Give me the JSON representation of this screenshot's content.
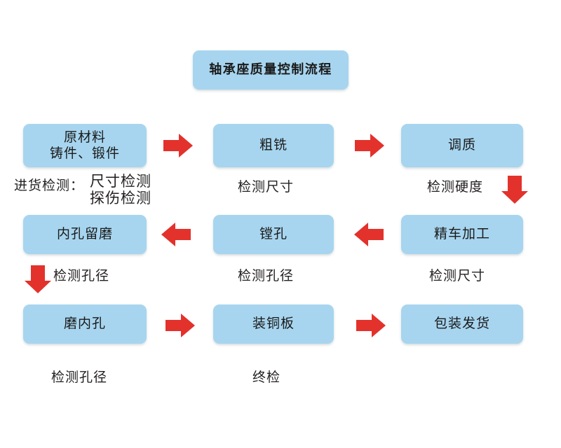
{
  "diagram": {
    "title": "轴承座质量控制流程",
    "accent_box_color": "#A7D5EF",
    "accent_arrow_color": "#E3322B",
    "text_color": "#231F20",
    "background_color": "#FFFFFF"
  },
  "nodes": {
    "title": "轴承座质量控制流程",
    "row1": [
      {
        "id": "raw-material",
        "label": "原材料\n铸件、锻件"
      },
      {
        "id": "rough-milling",
        "label": "粗铣"
      },
      {
        "id": "quench-temper",
        "label": "调质"
      }
    ],
    "row2": [
      {
        "id": "bore-grind-allowance",
        "label": "内孔留磨"
      },
      {
        "id": "boring",
        "label": "镗孔"
      },
      {
        "id": "finish-turning",
        "label": "精车加工"
      }
    ],
    "row3": [
      {
        "id": "grind-inner-bore",
        "label": "磨内孔"
      },
      {
        "id": "mount-copper-plate",
        "label": "装铜板"
      },
      {
        "id": "packing-shipping",
        "label": "包装发货"
      }
    ]
  },
  "captions": {
    "incoming_label": "进货检测：",
    "incoming_items": "尺寸检测\n探伤检测",
    "row1_middle": "检测尺寸",
    "row1_right": "检测硬度",
    "row2_left": "检测孔径",
    "row2_middle": "检测孔径",
    "row2_right": "检测尺寸",
    "row3_left": "检测孔径",
    "row3_middle": "终检"
  },
  "arrows": {
    "row1_a": "arrow-right",
    "row1_b": "arrow-right",
    "down_right": "arrow-down",
    "row2_a": "arrow-left",
    "row2_b": "arrow-left",
    "down_left": "arrow-down",
    "row3_a": "arrow-right",
    "row3_b": "arrow-right"
  }
}
